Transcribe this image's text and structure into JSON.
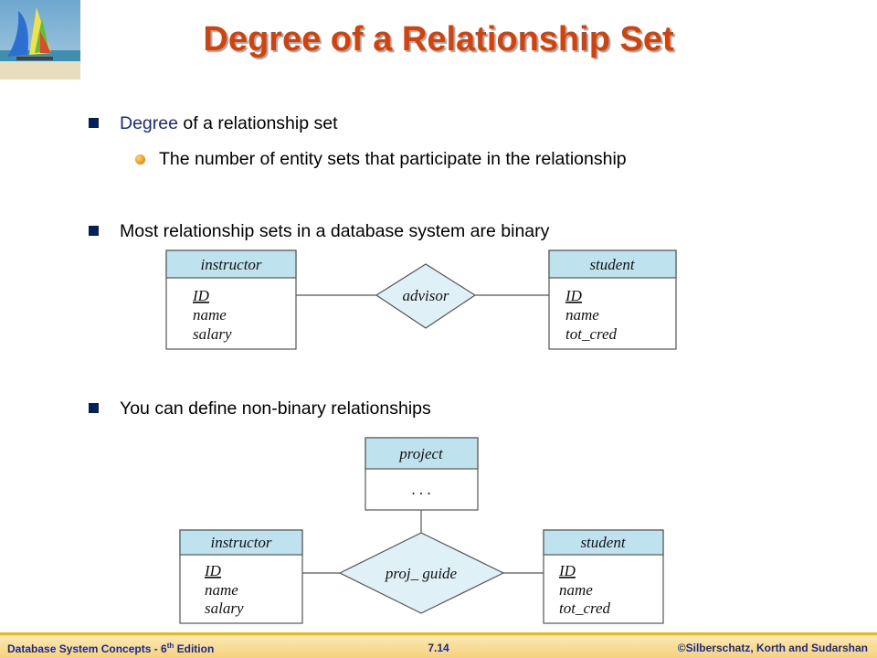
{
  "title": "Degree of a Relationship Set",
  "bullets": [
    {
      "keyword": "Degree",
      "rest": " of a relationship set"
    },
    {
      "sub": "The number of entity sets that participate in the relationship"
    },
    {
      "text": "Most relationship sets in a database system are binary"
    },
    {
      "text": "You can define non-binary relationships"
    }
  ],
  "diagram1": {
    "left_entity": {
      "name": "instructor",
      "attrs": [
        "ID",
        "name",
        "salary"
      ],
      "key": "ID"
    },
    "relationship": "advisor",
    "right_entity": {
      "name": "student",
      "attrs": [
        "ID",
        "name",
        "tot_cred"
      ],
      "key": "ID"
    }
  },
  "diagram2": {
    "top_entity": {
      "name": "project",
      "attrs": [
        ". . ."
      ]
    },
    "left_entity": {
      "name": "instructor",
      "attrs": [
        "ID",
        "name",
        "salary"
      ],
      "key": "ID"
    },
    "relationship": "proj_ guide",
    "right_entity": {
      "name": "student",
      "attrs": [
        "ID",
        "name",
        "tot_cred"
      ],
      "key": "ID"
    }
  },
  "footer": {
    "left_prefix": "Database  System Concepts  - 6",
    "left_sup": "th",
    "left_suffix": " Edition",
    "center": "7.14",
    "right": "©Silberschatz, Korth and Sudarshan"
  },
  "colors": {
    "title": "#d4420b",
    "entity_header": "#bfe3ee",
    "diamond": "#dff0f6",
    "footer": "#f6d27a"
  }
}
